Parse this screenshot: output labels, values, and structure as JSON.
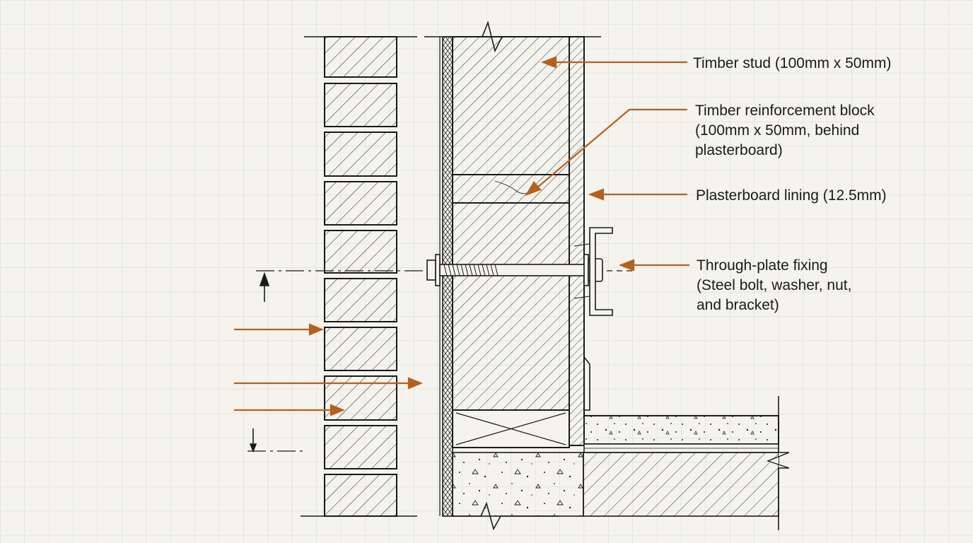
{
  "colors": {
    "paper": "#f4f3ee",
    "grid": "#d9d9d4",
    "ink": "#1a1a1a",
    "leader": "#b5601e"
  },
  "labels": {
    "timber_stud": "Timber stud (100mm x 50mm)",
    "reinforcement_block": {
      "line1": "Timber reinforcement block",
      "line2": "(100mm x 50mm, behind",
      "line3": "plasterboard)"
    },
    "plasterboard": "Plasterboard lining (12.5mm)",
    "fixing": {
      "line1": "Through-plate fixing",
      "line2": "(Steel bolt, washer, nut,",
      "line3": "and bracket)"
    }
  }
}
